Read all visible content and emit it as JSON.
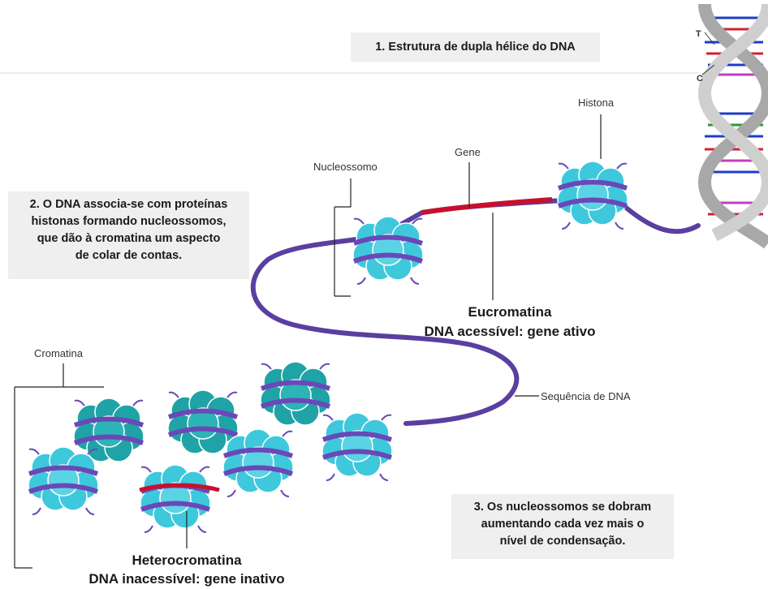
{
  "box1": "1. Estrutura de dupla hélice do DNA",
  "box2": [
    "2. O DNA associa-se com proteínas",
    "histonas formando nucleossomos,",
    "que dão à cromatina um aspecto",
    "de colar de contas."
  ],
  "box3": [
    "3. Os nucleossomos se dobram",
    "aumentando cada vez mais o",
    "nível de condensação."
  ],
  "labels": {
    "histona": "Histona",
    "gene": "Gene",
    "nucleossomo": "Nucleossomo",
    "cromatina": "Cromatina",
    "sequencia": "Sequência de DNA",
    "base_t": "T",
    "base_c": "C"
  },
  "euchromatin": {
    "title": "Eucromatina",
    "subtitle": "DNA acessível: gene ativo"
  },
  "heterochromatin": {
    "title": "Heterocromatina",
    "subtitle": "DNA inacessível: gene inativo"
  },
  "colors": {
    "dna_strand": "#5a3fa0",
    "gene": "#c8102e",
    "histone_light": "#3ec8dc",
    "histone_dark": "#1fa3a6",
    "helix_gray": "#9a9a9a",
    "box_bg": "#efefef"
  }
}
